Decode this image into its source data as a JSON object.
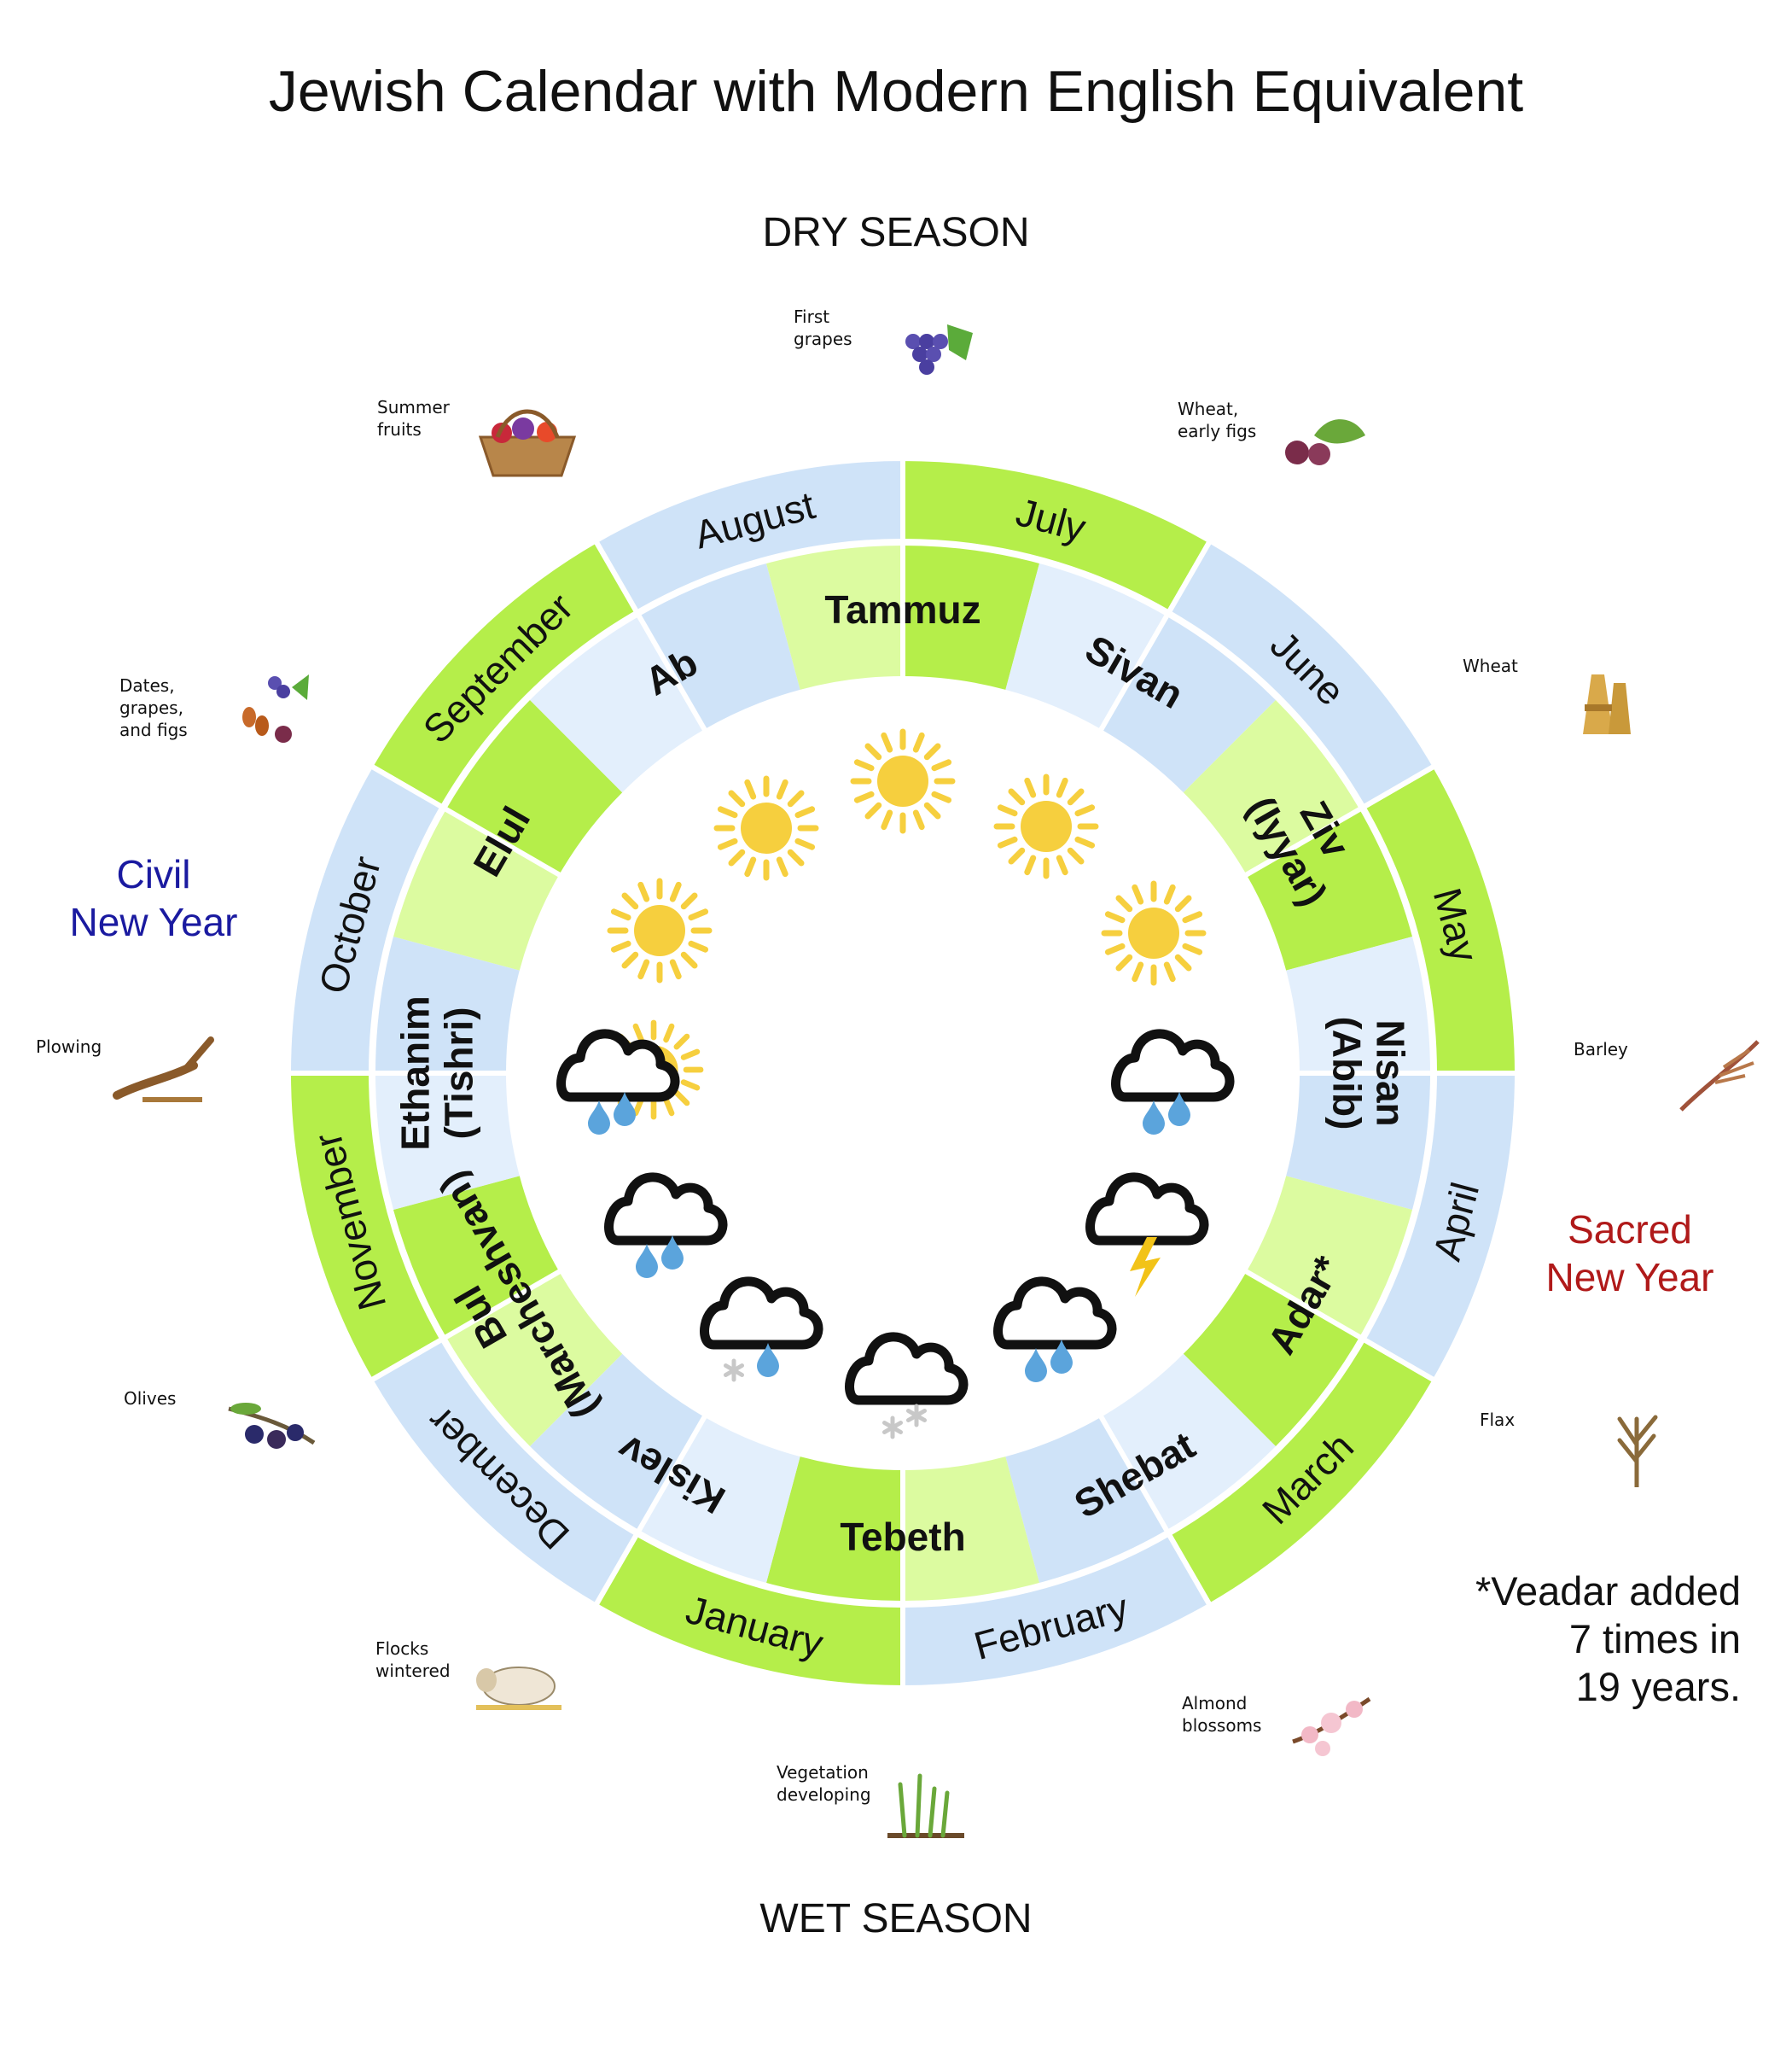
{
  "title": "Jewish Calendar with Modern English Equivalent",
  "seasons": {
    "dry": "DRY SEASON",
    "wet": "WET SEASON"
  },
  "civil_new_year": {
    "line1": "Civil",
    "line2": "New Year",
    "color": "#1a1aa0"
  },
  "sacred_new_year": {
    "line1": "Sacred",
    "line2": "New Year",
    "color": "#b01a1a"
  },
  "note": {
    "line1": "*Veadar added",
    "line2": "7 times in",
    "line3": "19 years."
  },
  "colors": {
    "green_dark": "#b5ee4a",
    "green_light": "#dcfba0",
    "blue_dark": "#cfe3f8",
    "blue_light": "#e3effc",
    "sun": "#f6cf3e",
    "rain": "#5ba4dc",
    "snow": "#c8c8c8",
    "lightning": "#f2c318"
  },
  "english_months": [
    "January",
    "February",
    "March",
    "April",
    "May",
    "June",
    "July",
    "August",
    "September",
    "October",
    "November",
    "December"
  ],
  "hebrew_months": [
    {
      "l1": "Tebeth",
      "l2": ""
    },
    {
      "l1": "Shebat",
      "l2": ""
    },
    {
      "l1": "Adar*",
      "l2": ""
    },
    {
      "l1": "Nisan",
      "l2": "(Abib)"
    },
    {
      "l1": "Ziv",
      "l2": "(Iyyar)"
    },
    {
      "l1": "Sivan",
      "l2": ""
    },
    {
      "l1": "Tammuz",
      "l2": ""
    },
    {
      "l1": "Ab",
      "l2": ""
    },
    {
      "l1": "Elul",
      "l2": ""
    },
    {
      "l1": "Ethanim",
      "l2": "(Tishri)"
    },
    {
      "l1": "Bul",
      "l2": "(Marcheshvan)"
    },
    {
      "l1": "Kislev",
      "l2": ""
    }
  ],
  "weather_icons": [
    "sun-icon",
    "sun-icon",
    "sun-icon",
    "sun-icon",
    "sun-icon",
    "cloud-rain-icon",
    "cloud-rain-lightning-icon",
    "cloud-rain-icon",
    "cloud-snow-icon",
    "cloud-rain-snow-icon",
    "cloud-rain-icon",
    "cloud-rain-sun-icon"
  ],
  "agriculture": [
    {
      "label1": "First",
      "label2": "grapes",
      "icon": "grapes-icon"
    },
    {
      "label1": "Wheat,",
      "label2": "early figs",
      "icon": "figs-icon"
    },
    {
      "label1": "Wheat",
      "label2": "",
      "icon": "wheat-sheaf-icon"
    },
    {
      "label1": "Barley",
      "label2": "",
      "icon": "barley-icon"
    },
    {
      "label1": "Flax",
      "label2": "",
      "icon": "flax-icon"
    },
    {
      "label1": "Almond",
      "label2": "blossoms",
      "icon": "almond-blossom-icon"
    },
    {
      "label1": "Vegetation",
      "label2": "developing",
      "icon": "vegetation-icon"
    },
    {
      "label1": "Flocks",
      "label2": "wintered",
      "icon": "sheep-icon"
    },
    {
      "label1": "Olives",
      "label2": "",
      "icon": "olives-icon"
    },
    {
      "label1": "Plowing",
      "label2": "",
      "icon": "plow-icon"
    },
    {
      "label1": "Dates,",
      "label2": "grapes,",
      "label3": "and figs",
      "icon": "dates-icon"
    },
    {
      "label1": "Summer",
      "label2": "fruits",
      "icon": "fruit-basket-icon"
    }
  ]
}
